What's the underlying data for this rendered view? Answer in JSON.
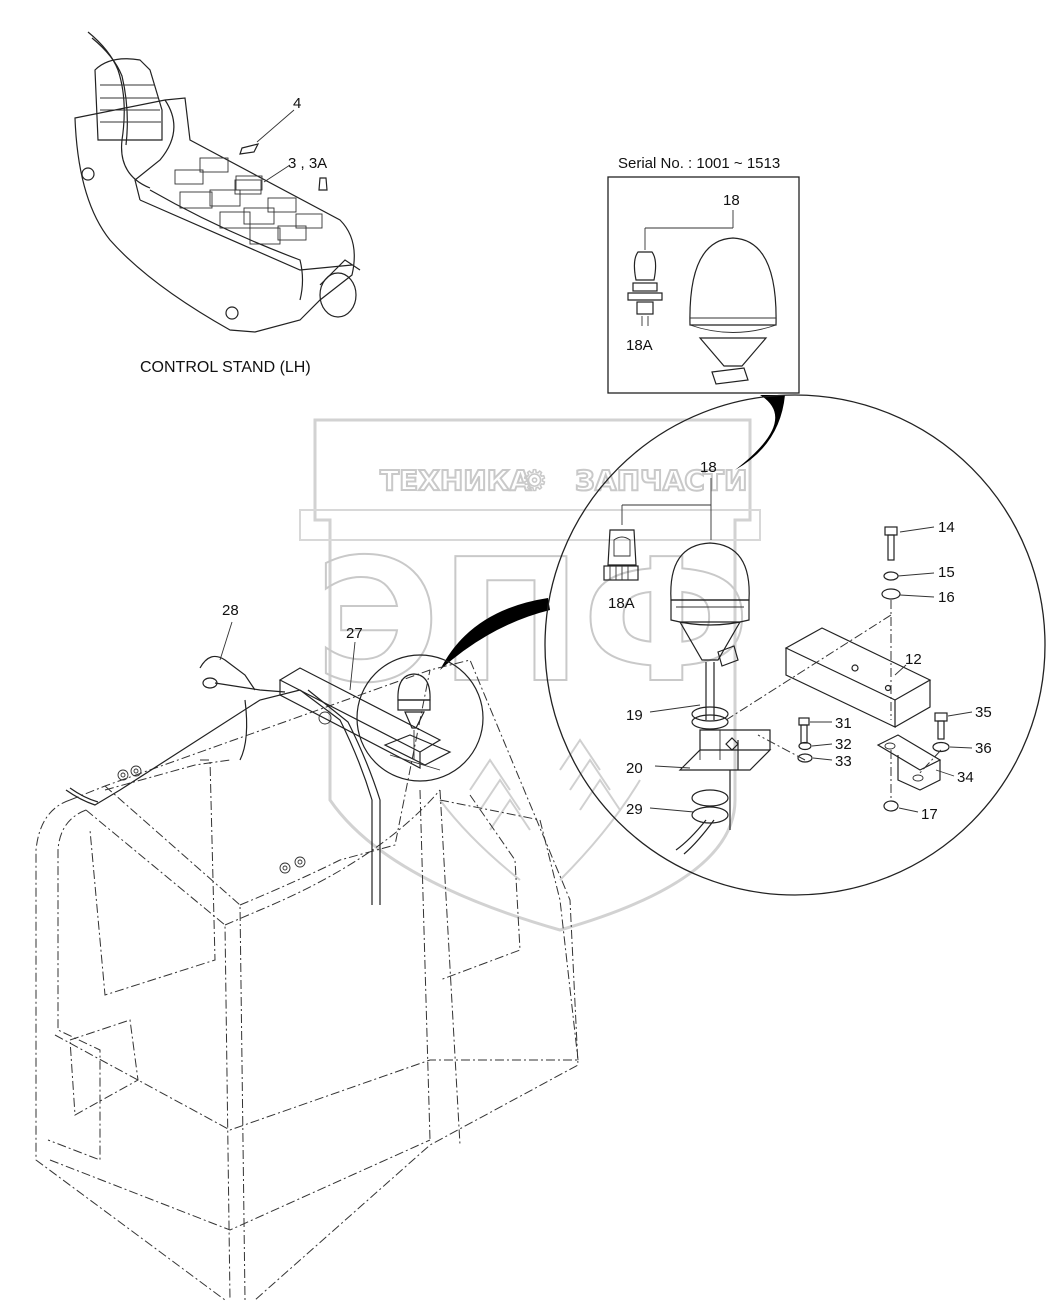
{
  "inset": {
    "serial_label": "Serial No. : 1001 ~ 1513",
    "callouts": {
      "lamp": "18",
      "bulb": "18A"
    }
  },
  "control_stand": {
    "title": "CONTROL STAND (LH)",
    "callouts": {
      "cover": "4",
      "switch": "3 , 3A"
    }
  },
  "watermark": {
    "line1_left": "ТЕХНИКА",
    "line1_right": "ЗАПЧАСТИ",
    "big": "ЭПФ"
  },
  "detail": {
    "callouts": {
      "c18": "18",
      "c18a": "18A",
      "c14": "14",
      "c15": "15",
      "c16": "16",
      "c12": "12",
      "c19": "19",
      "c31": "31",
      "c32": "32",
      "c33": "33",
      "c35": "35",
      "c36": "36",
      "c20": "20",
      "c34": "34",
      "c29": "29",
      "c17": "17"
    }
  },
  "cab": {
    "callouts": {
      "c28": "28",
      "c27": "27"
    }
  }
}
